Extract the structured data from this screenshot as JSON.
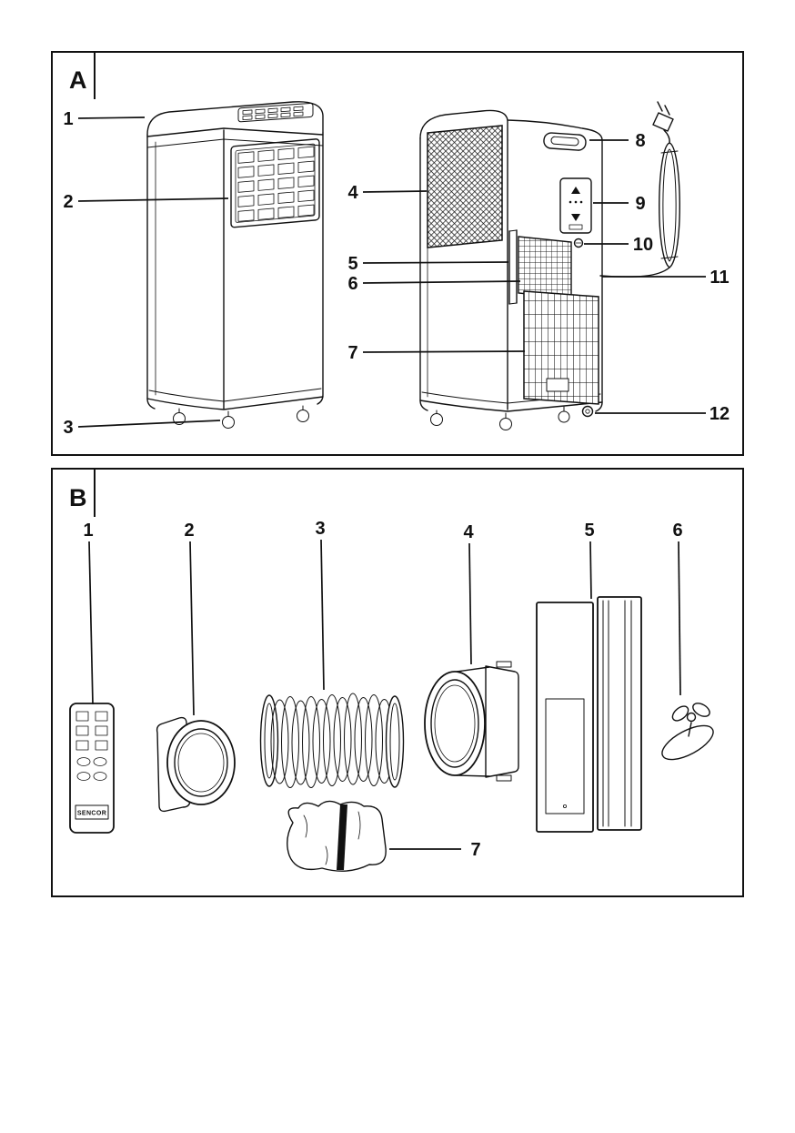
{
  "colors": {
    "line": "#111111",
    "background": "#ffffff"
  },
  "panel_a": {
    "label": "A",
    "callouts": {
      "c1": "1",
      "c2": "2",
      "c3": "3",
      "c4": "4",
      "c5": "5",
      "c6": "6",
      "c7": "7",
      "c8": "8",
      "c9": "9",
      "c10": "10",
      "c11": "11",
      "c12": "12"
    }
  },
  "panel_b": {
    "label": "B",
    "callouts": {
      "c1": "1",
      "c2": "2",
      "c3": "3",
      "c4": "4",
      "c5": "5",
      "c6": "6",
      "c7": "7"
    },
    "remote_brand": "SENCOR"
  }
}
